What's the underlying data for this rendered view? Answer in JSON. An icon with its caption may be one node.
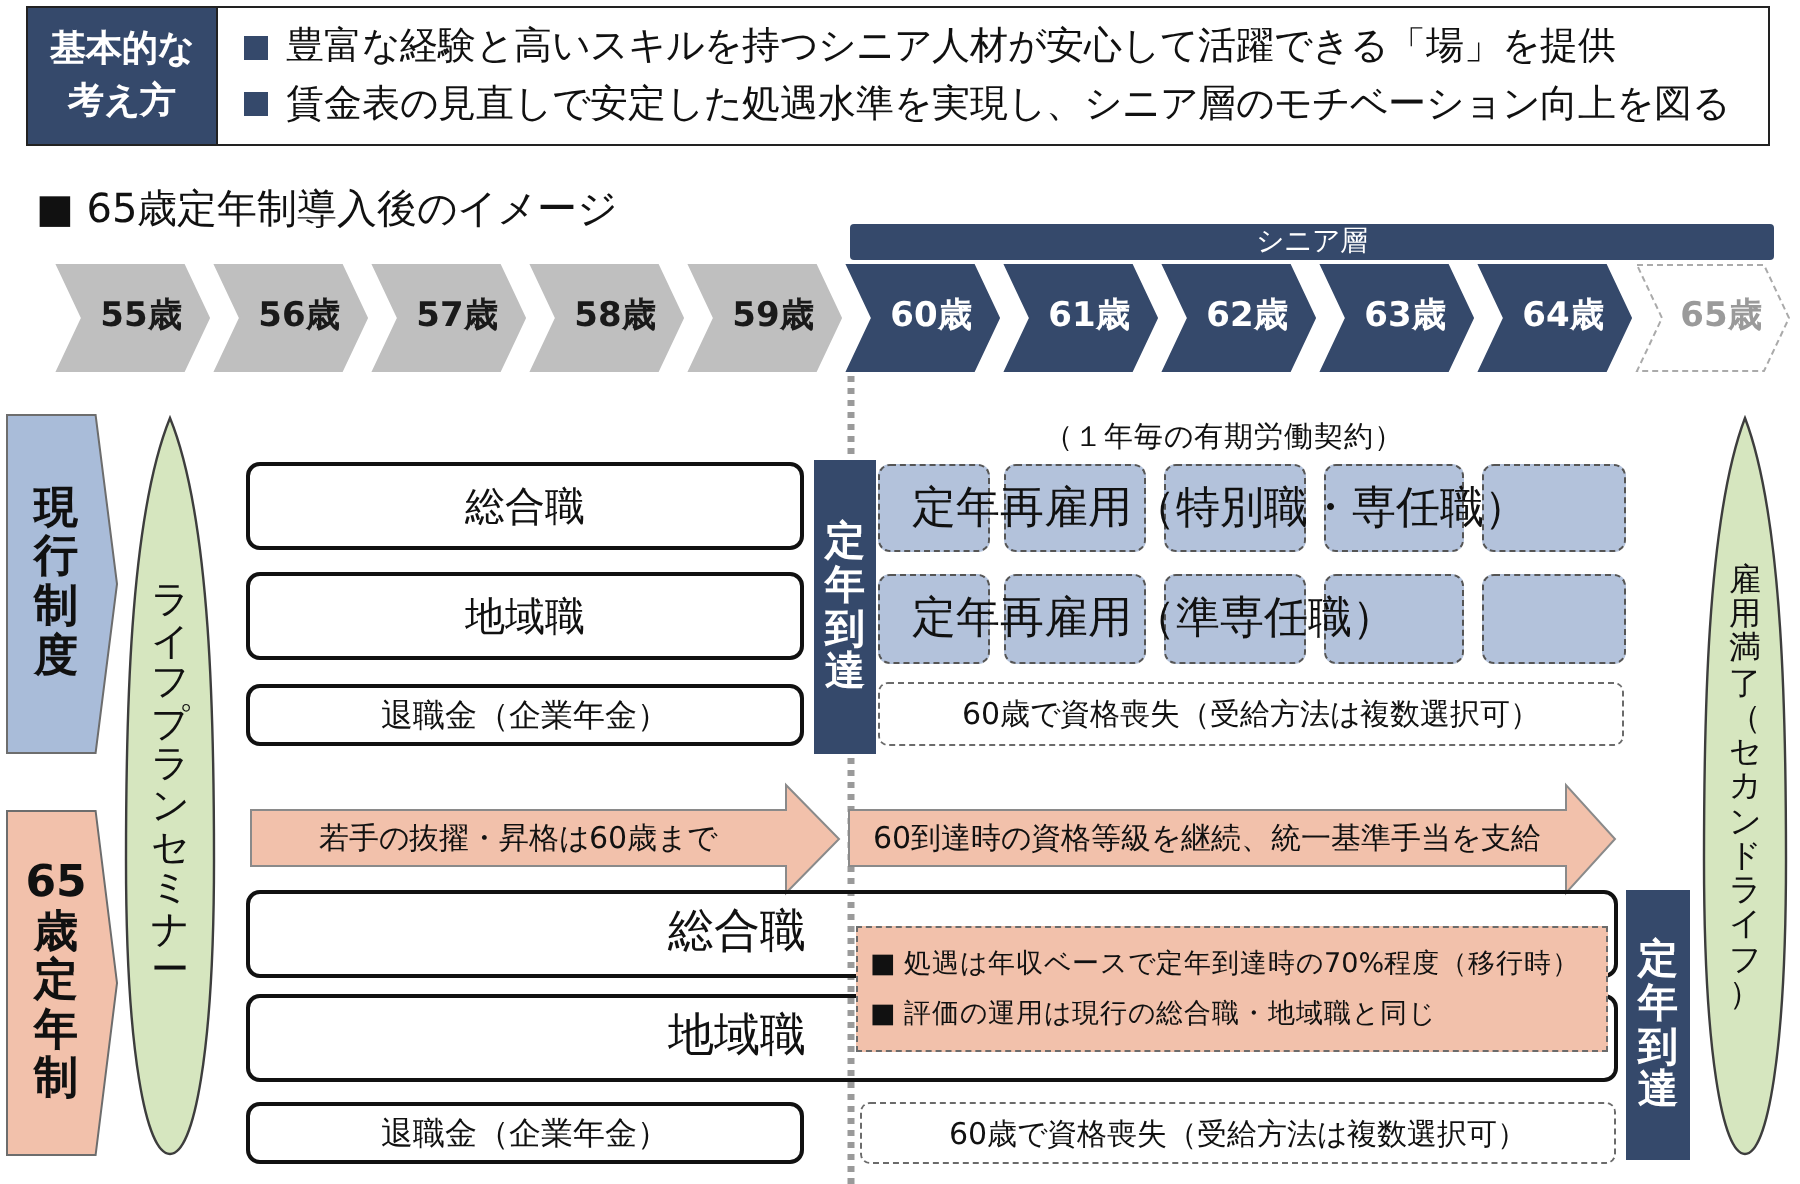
{
  "diagram": {
    "title": "■ 65歳定年制導入後のイメージ",
    "nodes": [
      {
        "text": [
          "基本的な考え方"
        ]
      },
      {
        "text": [
          "豊富な経験と高いスキルを持つシニア人材が安心して活躍できる「場」を提供",
          "賃金表の見直しで安定した処遇水準を実現し、シニア層のモチベーション向上を図る"
        ]
      },
      {
        "text": [
          "シニア層"
        ]
      },
      {
        "text": [
          "55歳"
        ]
      },
      {
        "text": [
          "56歳"
        ]
      },
      {
        "text": [
          "57歳"
        ]
      },
      {
        "text": [
          "58歳"
        ]
      },
      {
        "text": [
          "59歳"
        ]
      },
      {
        "text": [
          "60歳"
        ]
      },
      {
        "text": [
          "61歳"
        ]
      },
      {
        "text": [
          "62歳"
        ]
      },
      {
        "text": [
          "63歳"
        ]
      },
      {
        "text": [
          "64歳"
        ]
      },
      {
        "text": [
          "65歳"
        ]
      },
      {
        "text": [
          "現行制度"
        ]
      },
      {
        "text": [
          "ライフプランセミナー"
        ]
      },
      {
        "text": [
          "総合職"
        ]
      },
      {
        "text": [
          "地域職"
        ]
      },
      {
        "text": [
          "退職金（企業年金）"
        ]
      },
      {
        "text": [
          "定年到達"
        ]
      },
      {
        "text": [],
        "shape": "box"
      },
      {
        "text": [],
        "shape": "box"
      },
      {
        "text": [],
        "shape": "box"
      },
      {
        "text": [],
        "shape": "box"
      },
      {
        "text": [],
        "shape": "box"
      },
      {
        "text": [],
        "shape": "box"
      },
      {
        "text": [],
        "shape": "box"
      },
      {
        "text": [],
        "shape": "box"
      },
      {
        "text": [],
        "shape": "box"
      },
      {
        "text": [],
        "shape": "box"
      },
      {
        "text": [
          "60歳で資格喪失（受給方法は複数選択可）"
        ]
      },
      {
        "text": [
          "雇用満了（セカンドライフ）"
        ]
      },
      {
        "text": [
          "65歳定年制"
        ]
      },
      {
        "text": [
          "若手の抜擢・昇格は60歳まで"
        ]
      },
      {
        "text": [
          "60到達時の資格等級を継続、統一基準手当を支給"
        ]
      },
      {
        "text": [
          "総合職"
        ]
      },
      {
        "text": [
          "地域職"
        ]
      },
      {
        "text": [
          "■ 処遇は年収ベースで定年到達時の70%程度（移行時）",
          "■ 評価の運用は現行の総合職・地域職と同じ"
        ]
      },
      {
        "text": [
          "退職金（企業年金）"
        ]
      },
      {
        "text": [
          "60歳で資格喪失（受給方法は複数選択可）"
        ]
      },
      {
        "text": [
          "定年到達"
        ]
      }
    ],
    "labels": [
      "（１年毎の有期労働契約）",
      "定年再雇用（特別職・専任職）",
      "定年再雇用（準専任職）"
    ]
  }
}
